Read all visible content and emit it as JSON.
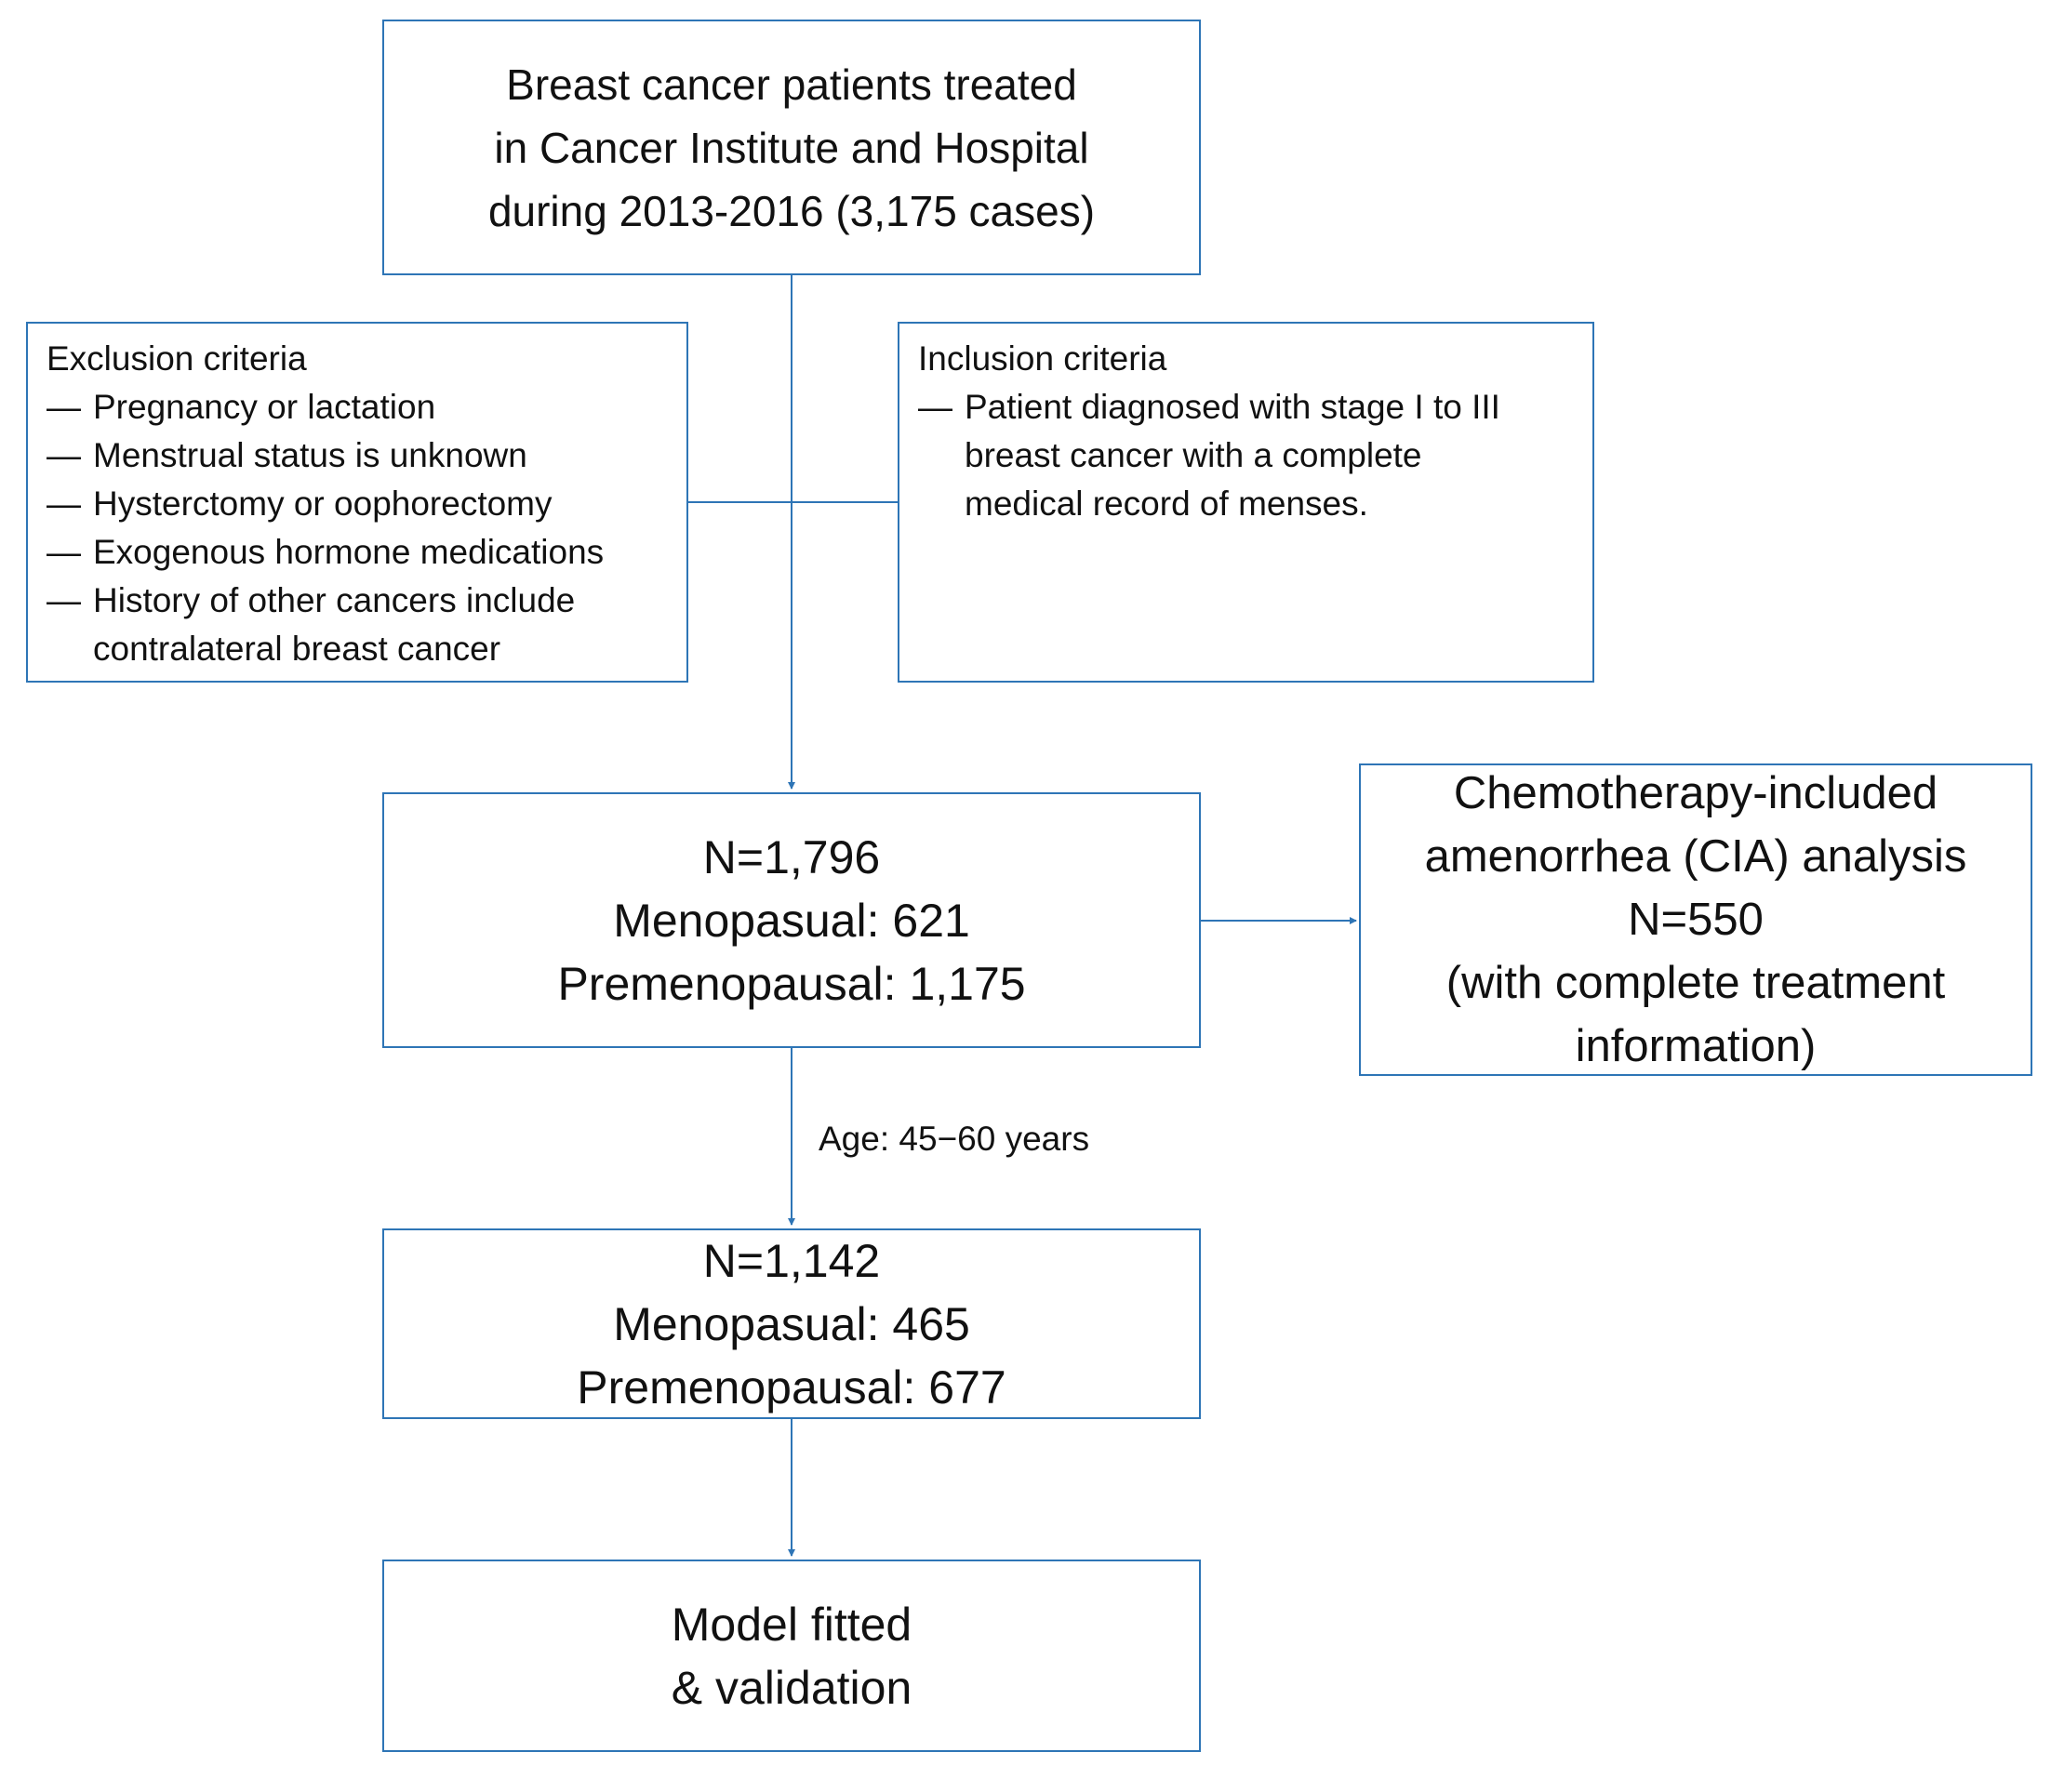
{
  "colors": {
    "box_border": "#2e75b6",
    "connector": "#2e75b6",
    "text": "#111111"
  },
  "boxes": {
    "source": {
      "lines": [
        "Breast cancer patients treated",
        "in Cancer Institute and Hospital",
        "during 2013-2016 (3,175 cases)"
      ]
    },
    "exclusion": {
      "title": "Exclusion criteria",
      "bullet": "—",
      "items": [
        {
          "lines": [
            "Pregnancy or lactation"
          ]
        },
        {
          "lines": [
            "Menstrual status is unknown"
          ]
        },
        {
          "lines": [
            "Hysterctomy or oophorectomy"
          ]
        },
        {
          "lines": [
            "Exogenous hormone medications"
          ]
        },
        {
          "lines": [
            "History of other cancers include",
            "contralateral breast cancer"
          ]
        }
      ]
    },
    "inclusion": {
      "title": "Inclusion criteria",
      "bullet": "—",
      "items": [
        {
          "lines": [
            "Patient diagnosed with stage I to III",
            "breast cancer with a complete",
            "medical record of menses."
          ]
        }
      ]
    },
    "cohort": {
      "lines": [
        "N=1,796",
        "Menopasual: 621",
        "Premenopausal: 1,175"
      ]
    },
    "cia": {
      "lines": [
        "Chemotherapy-included",
        "amenorrhea (CIA) analysis",
        "N=550",
        "(with complete treatment",
        "information)"
      ]
    },
    "age_filtered": {
      "lines": [
        "N=1,142",
        "Menopasual: 465",
        "Premenopausal: 677"
      ]
    },
    "model": {
      "lines": [
        "Model fitted",
        "& validation"
      ]
    }
  },
  "edges": {
    "age_condition": "Age: 45−60 years"
  }
}
